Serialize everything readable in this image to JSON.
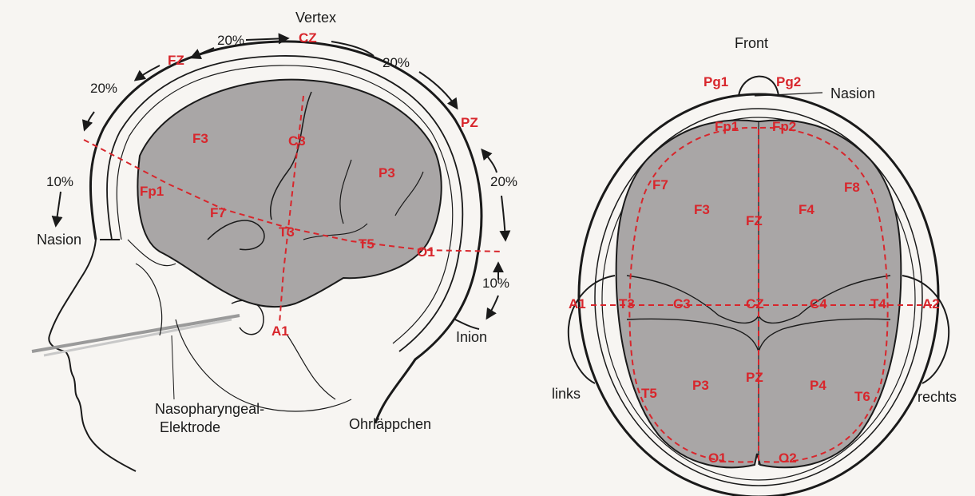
{
  "side_view": {
    "vertex": "Vertex",
    "nasion": "Nasion",
    "inion": "Inion",
    "naso_line1": "Nasopharyngeal-",
    "naso_line2": "Elektrode",
    "ohrlaeppchen": "Ohrläppchen",
    "pct": [
      "20%",
      "20%",
      "20%",
      "20%",
      "10%",
      "10%"
    ],
    "electrodes": {
      "fz": "FZ",
      "cz": "CZ",
      "pz": "PZ",
      "f3": "F3",
      "c3": "C3",
      "p3": "P3",
      "fp1": "Fp1",
      "f7": "F7",
      "t3": "T3",
      "t5": "T5",
      "o1": "O1",
      "a1": "A1"
    }
  },
  "top_view": {
    "front": "Front",
    "nasion": "Nasion",
    "links": "links",
    "rechts": "rechts",
    "electrodes": {
      "pg1": "Pg1",
      "pg2": "Pg2",
      "fp1": "Fp1",
      "fp2": "Fp2",
      "f7": "F7",
      "f8": "F8",
      "f3": "F3",
      "fz": "FZ",
      "f4": "F4",
      "a1": "A1",
      "t3": "T3",
      "c3": "C3",
      "cz": "CZ",
      "c4": "C4",
      "t4": "T4",
      "a2": "A2",
      "t5": "T5",
      "p3": "P3",
      "pz": "PZ",
      "p4": "P4",
      "t6": "T6",
      "o1": "O1",
      "o2": "O2"
    }
  },
  "colors": {
    "electrode_red": "#d8262c",
    "brain_gray": "#a9a6a6",
    "line_black": "#1a1a1a"
  }
}
